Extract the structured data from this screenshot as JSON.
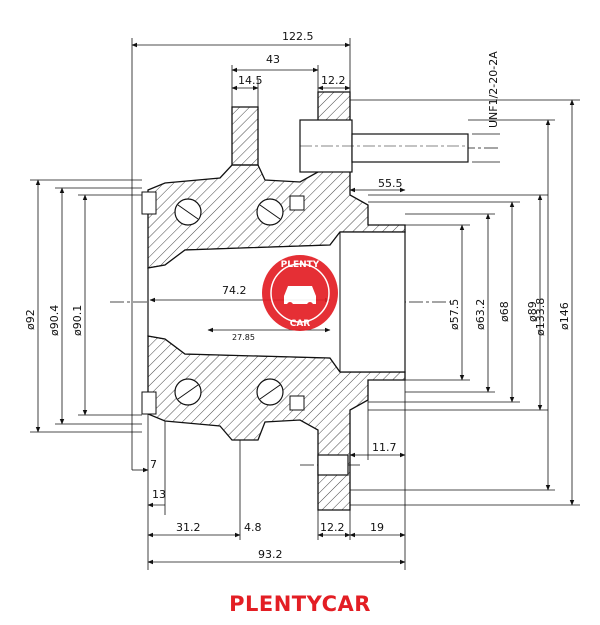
{
  "brand": {
    "name": "PLENTYCAR",
    "stamp_top": "PLENTY",
    "stamp_bottom": "CAR",
    "color": "#e31e24"
  },
  "thread_spec": "UNF1/2-20-2A",
  "dimensions": {
    "overall_length": "122.5",
    "flange_to_stud": "43",
    "top_left_width": "14.5",
    "top_flange_thickness": "12.2",
    "stud_length": "55.5",
    "bore_length": "74.2",
    "inner_offset": "27.85",
    "seal_offset": "7",
    "seal_width": "13",
    "bearing_offset": "31.2",
    "gap": "4.8",
    "bottom_flange_thickness": "12.2",
    "pilot_length": "19",
    "stud_projection": "11.7",
    "hub_length": "93.2"
  },
  "diameters": {
    "d92": "ø92",
    "d90_4": "ø90.4",
    "d90_1": "ø90.1",
    "d57_5": "ø57.5",
    "d63_2": "ø63.2",
    "d68": "ø68",
    "d89": "ø89",
    "d133_8": "ø133.8",
    "d146": "ø146"
  },
  "colors": {
    "line": "#111111",
    "hatch": "#333333",
    "stamp": "#e31e24"
  }
}
